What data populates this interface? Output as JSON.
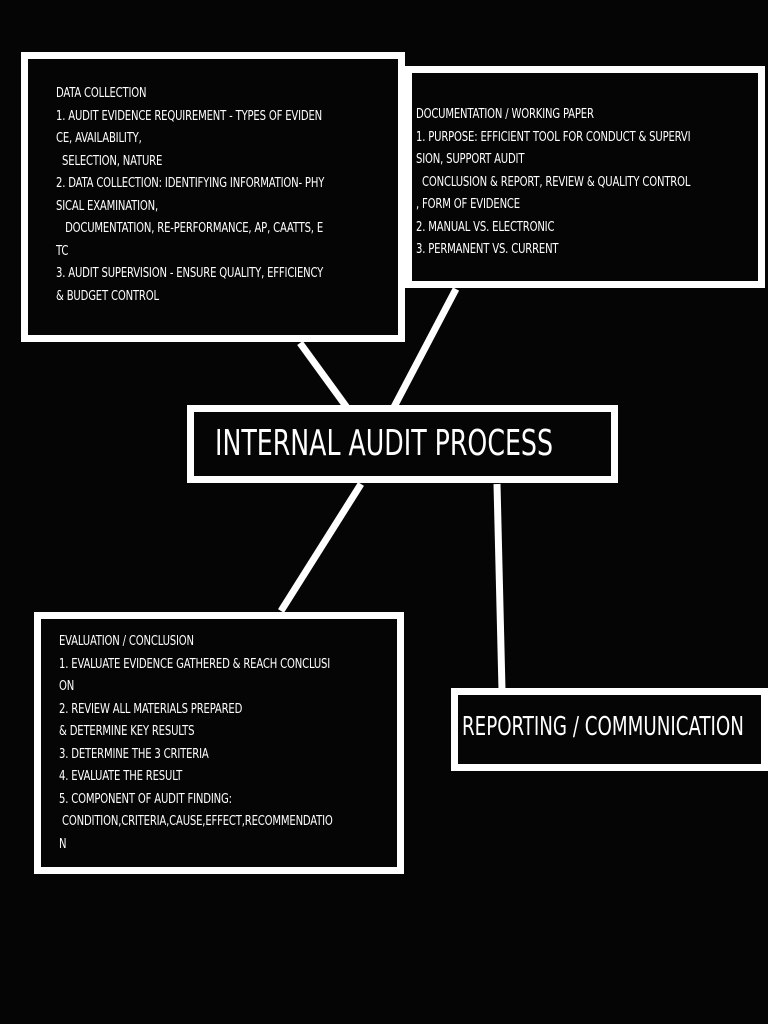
{
  "diagram": {
    "center": {
      "title": "INTERNAL AUDIT PROCESS"
    },
    "data_collection": {
      "lines": [
        "DATA COLLECTION",
        "1. AUDIT EVIDENCE REQUIREMENT - TYPES OF EVIDEN",
        "CE, AVAILABILITY,",
        "  SELECTION, NATURE",
        "2. DATA COLLECTION: IDENTIFYING INFORMATION- PHY",
        "SICAL EXAMINATION,",
        "   DOCUMENTATION, RE-PERFORMANCE, AP, CAATTS, E",
        "TC",
        "3. AUDIT SUPERVISION - ENSURE QUALITY, EFFICIENCY",
        "& BUDGET CONTROL"
      ]
    },
    "documentation": {
      "lines": [
        "DOCUMENTATION / WORKING PAPER",
        "1. PURPOSE: EFFICIENT TOOL FOR CONDUCT & SUPERVI",
        "SION, SUPPORT AUDIT",
        "  CONCLUSION & REPORT, REVIEW & QUALITY CONTROL",
        ", FORM OF EVIDENCE",
        "2. MANUAL VS. ELECTRONIC",
        "3. PERMANENT VS. CURRENT"
      ]
    },
    "evaluation": {
      "lines": [
        "EVALUATION / CONCLUSION",
        "1. EVALUATE EVIDENCE GATHERED & REACH CONCLUSI",
        "ON",
        "2. REVIEW ALL MATERIALS PREPARED",
        "& DETERMINE KEY RESULTS",
        "3. DETERMINE THE 3 CRITERIA",
        "4. EVALUATE THE RESULT",
        "5. COMPONENT OF AUDIT FINDING:",
        " CONDITION,CRITERIA,CAUSE,EFFECT,RECOMMENDATIO",
        "N"
      ]
    },
    "reporting": {
      "title": "REPORTING / COMMUNICATION"
    }
  },
  "colors": {
    "background": "#050505",
    "foreground": "#ffffff"
  }
}
